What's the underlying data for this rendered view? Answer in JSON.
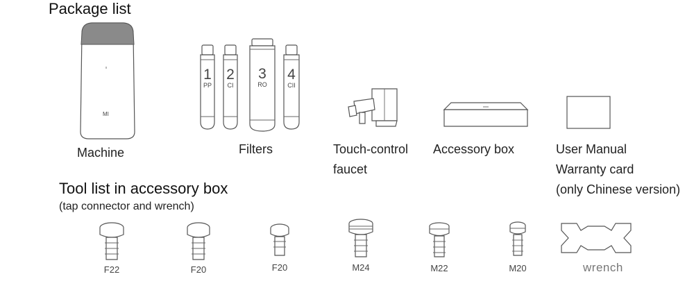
{
  "package_list": {
    "title": "Package list",
    "machine": {
      "label": "Machine",
      "logo": "MI"
    },
    "filters": {
      "label": "Filters",
      "items": [
        {
          "number": "1",
          "code": "PP"
        },
        {
          "number": "2",
          "code": "CI"
        },
        {
          "number": "3",
          "code": "RO"
        },
        {
          "number": "4",
          "code": "CII"
        }
      ]
    },
    "faucet": {
      "label_line1": "Touch-control",
      "label_line2": "faucet"
    },
    "accessory_box": {
      "label": "Accessory box"
    },
    "manual": {
      "label_line1": "User Manual",
      "label_line2": "Warranty card",
      "label_line3": "(only Chinese version)"
    }
  },
  "tool_list": {
    "title": "Tool list in accessory box",
    "subtitle": "(tap connector and wrench)",
    "connectors": [
      "F22",
      "F20",
      "F20",
      "M24",
      "M22",
      "M20"
    ],
    "wrench_label": "wrench"
  },
  "icons": {
    "machine": "water-purifier-icon",
    "filter": "filter-cartridge-icon",
    "faucet": "faucet-icon",
    "box": "accessory-box-icon",
    "manual": "manual-card-icon",
    "connector": "tap-connector-icon",
    "wrench": "wrench-icon"
  }
}
